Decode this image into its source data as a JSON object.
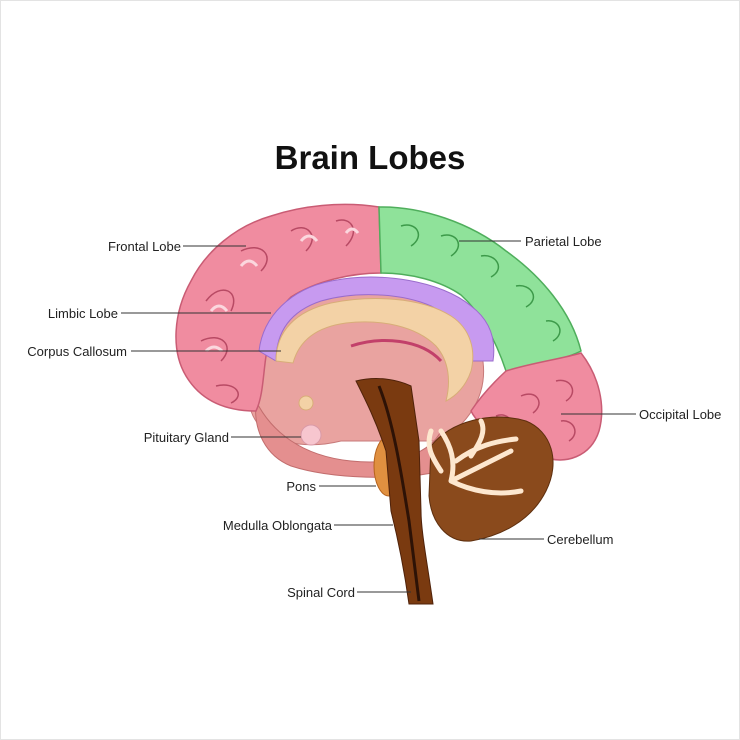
{
  "title": "Brain Lobes",
  "labels": {
    "frontal_lobe": "Frontal Lobe",
    "parietal_lobe": "Parietal Lobe",
    "limbic_lobe": "Limbic Lobe",
    "corpus_callosum": "Corpus Callosum",
    "occipital_lobe": "Occipital Lobe",
    "pituitary_gland": "Pituitary Gland",
    "pons": "Pons",
    "medulla_oblongata": "Medulla Oblongata",
    "cerebellum": "Cerebellum",
    "spinal_cord": "Spinal Cord"
  },
  "colors": {
    "frontal": "#f08ca0",
    "parietal": "#8fe29a",
    "occipital": "#f08ca0",
    "limbic": "#c79af0",
    "corpus_callosum": "#f3d2a6",
    "core": "#e9a3a0",
    "brainstem": "#7a3a10",
    "cerebellum": "#8a4a1c",
    "pons": "#e09040"
  }
}
